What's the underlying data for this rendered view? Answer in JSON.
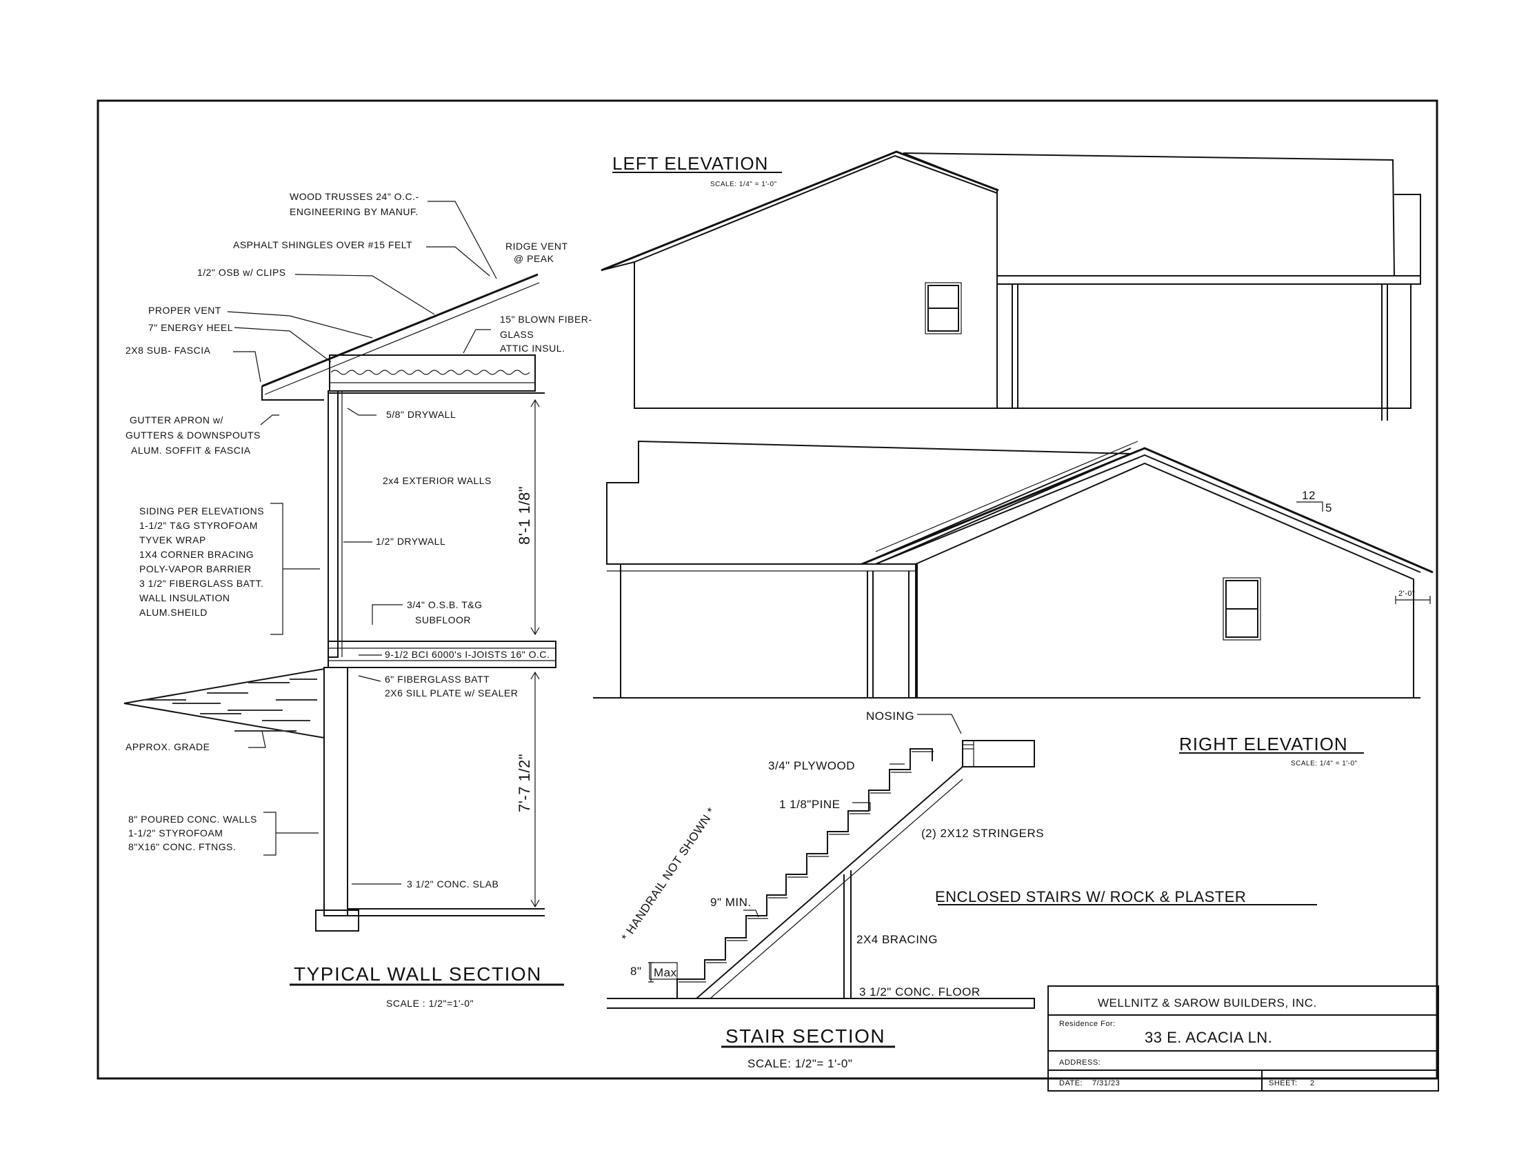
{
  "wall_section": {
    "title": "TYPICAL WALL SECTION",
    "scale": "SCALE : 1/2\"=1'-0\"",
    "notes": {
      "trusses_1": "WOOD TRUSSES 24\" O.C.-",
      "trusses_2": "ENGINEERING BY MANUF.",
      "shingles": "ASPHALT SHINGLES OVER #15 FELT",
      "ridge_1": "RIDGE VENT",
      "ridge_2": "@ PEAK",
      "osb": "1/2\" OSB w/ CLIPS",
      "vent": "PROPER VENT",
      "heel": "7\" ENERGY HEEL",
      "subfascia": "2X8 SUB- FASCIA",
      "blown_1": "15\" BLOWN FIBER-",
      "blown_2": "GLASS",
      "blown_3": "ATTIC INSUL.",
      "gutter_1": "GUTTER APRON w/",
      "gutter_2": "GUTTERS & DOWNSPOUTS",
      "gutter_3": "ALUM. SOFFIT & FASCIA",
      "drywall_58": "5/8\" DRYWALL",
      "ext_walls": "2x4 EXTERIOR WALLS",
      "wall_height": "8'-1 1/8\"",
      "siding_1": "SIDING PER ELEVATIONS",
      "siding_2": "1-1/2\" T&G STYROFOAM",
      "siding_3": "TYVEK WRAP",
      "siding_4": "1X4 CORNER BRACING",
      "siding_5": "POLY-VAPOR BARRIER",
      "siding_6": "3 1/2\" FIBERGLASS BATT.",
      "siding_7": "WALL INSULATION",
      "siding_8": "ALUM.SHEILD",
      "drywall_12": "1/2\" DRYWALL",
      "subfloor_1": "3/4\" O.S.B. T&G",
      "subfloor_2": "SUBFLOOR",
      "joists": "9-1/2 BCI 6000's I-JOISTS 16\" O.C.",
      "batt": "6\" FIBERGLASS BATT",
      "sill": "2X6 SILL PLATE w/ SEALER",
      "grade": "APPROX. GRADE",
      "basement_height": "7'-7 1/2\"",
      "conc_1": "8\" POURED CONC. WALLS",
      "conc_2": "1-1/2\" STYROFOAM",
      "conc_3": "8\"X16\" CONC. FTNGS.",
      "slab": "3 1/2\" CONC. SLAB"
    }
  },
  "left_elevation": {
    "title": "LEFT ELEVATION",
    "scale": "SCALE: 1/4\" = 1'-0\""
  },
  "right_elevation": {
    "title": "RIGHT ELEVATION",
    "scale": "SCALE: 1/4\" = 1'-0\"",
    "pitch_run": "12",
    "pitch_rise": "5",
    "overhang": "2'-0\""
  },
  "stair_section": {
    "title": "STAIR SECTION",
    "scale": "SCALE: 1/2\"= 1'-0\"",
    "nosing": "NOSING",
    "plywood": "3/4\" PLYWOOD",
    "pine": "1 1/8\"PINE",
    "stringers": "(2) 2X12 STRINGERS",
    "enclosed": "ENCLOSED STAIRS W/ ROCK & PLASTER",
    "handrail": "* HANDRAIL NOT SHOWN *",
    "tread": "9\" MIN.",
    "riser_val": "8\"",
    "riser_max": "Max",
    "bracing": "2X4 BRACING",
    "floor": "3 1/2\" CONC. FLOOR"
  },
  "title_block": {
    "company": "WELLNITZ & SAROW BUILDERS, INC.",
    "residence_label": "Residence For:",
    "residence": "33 E. ACACIA LN.",
    "address_label": "ADDRESS:",
    "date_label": "DATE:",
    "date": "7/31/23",
    "sheet_label": "SHEET:",
    "sheet": "2"
  }
}
